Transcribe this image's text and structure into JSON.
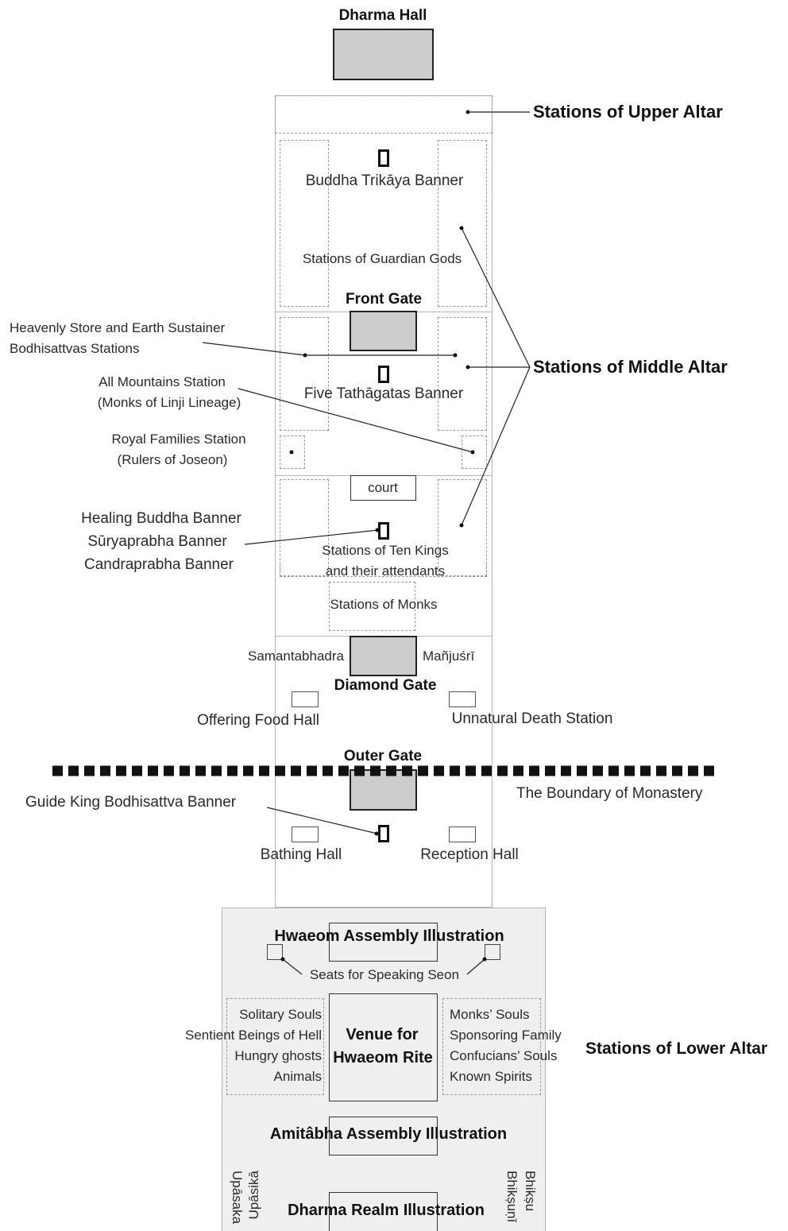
{
  "labels": {
    "dharma_hall": "Dharma Hall",
    "upper_altar": "Stations of Upper Altar",
    "trikaya_banner": "Buddha Trikāya Banner",
    "guardian_gods": "Stations of Guardian Gods",
    "front_gate": "Front Gate",
    "heavenly_store_1": "Heavenly Store and Earth Sustainer",
    "heavenly_store_2": "Bodhisattvas Stations",
    "middle_altar": "Stations of Middle Altar",
    "all_mountains_1": "All Mountains Station",
    "all_mountains_2": "(Monks of Linji Lineage)",
    "five_tathagatas": "Five Tathāgatas Banner",
    "royal_1": "Royal Families Station",
    "royal_2": "(Rulers of Joseon)",
    "court": "court",
    "healing_1": "Healing Buddha Banner",
    "healing_2": "Sūryaprabha Banner",
    "healing_3": "Candraprabha Banner",
    "ten_kings_1": "Stations of Ten Kings",
    "ten_kings_2": "and their attendants",
    "monks": "Stations of Monks",
    "samantabhadra": "Samantabhadra",
    "manjusri": "Mañjuśrī",
    "diamond_gate": "Diamond Gate",
    "offering_food": "Offering Food Hall",
    "unnatural_death": "Unnatural Death Station",
    "outer_gate": "Outer Gate",
    "boundary": "The Boundary of Monastery",
    "guide_king": "Guide King Bodhisattva Banner",
    "bathing_hall": "Bathing Hall",
    "reception_hall": "Reception Hall",
    "hwaeom_assembly": "Hwaeom Assembly Illustration",
    "speaking_seon": "Seats for Speaking Seon",
    "left_souls": [
      "Solitary Souls",
      "Sentient Beings of Hell",
      "Hungry ghosts",
      "Animals"
    ],
    "venue_1": "Venue for",
    "venue_2": "Hwaeom Rite",
    "right_souls": [
      "Monks’ Souls",
      "Sponsoring Family",
      "Confucians’ Souls",
      "Known Spirits"
    ],
    "lower_altar": "Stations of Lower Altar",
    "amitabha": "Amitâbha Assembly Illustration",
    "upasaka": "Upāsaka",
    "upasika": "Upāsikā",
    "bhiksu": "Bhikṣu",
    "bhiksuni": "Bhikṣuṇī",
    "dharma_realm": "Dharma Realm Illustration"
  }
}
